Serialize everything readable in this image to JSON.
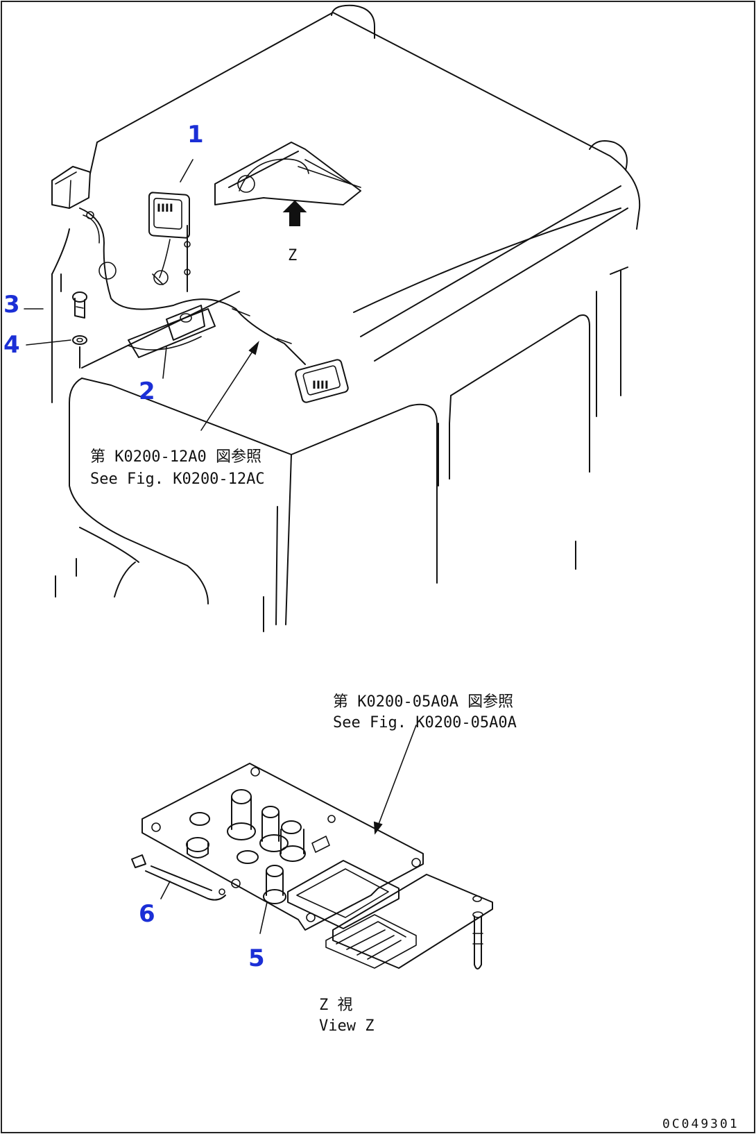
{
  "callouts": {
    "c1": "1",
    "c2": "2",
    "c3": "3",
    "c4": "4",
    "c5": "5",
    "c6": "6"
  },
  "notes": {
    "ref_upper_jp": "第 K0200-12A0 図参照",
    "ref_upper_en": "See Fig. K0200-12AC",
    "ref_lower_jp": "第 K0200-05A0A 図参照",
    "ref_lower_en": "See Fig. K0200-05A0A",
    "arrow_label": "Z",
    "view_jp": "Z 視",
    "view_en": "View Z"
  },
  "drawing_code": "0C049301",
  "colors": {
    "callout": "#1b2fd6",
    "line": "#111111"
  }
}
